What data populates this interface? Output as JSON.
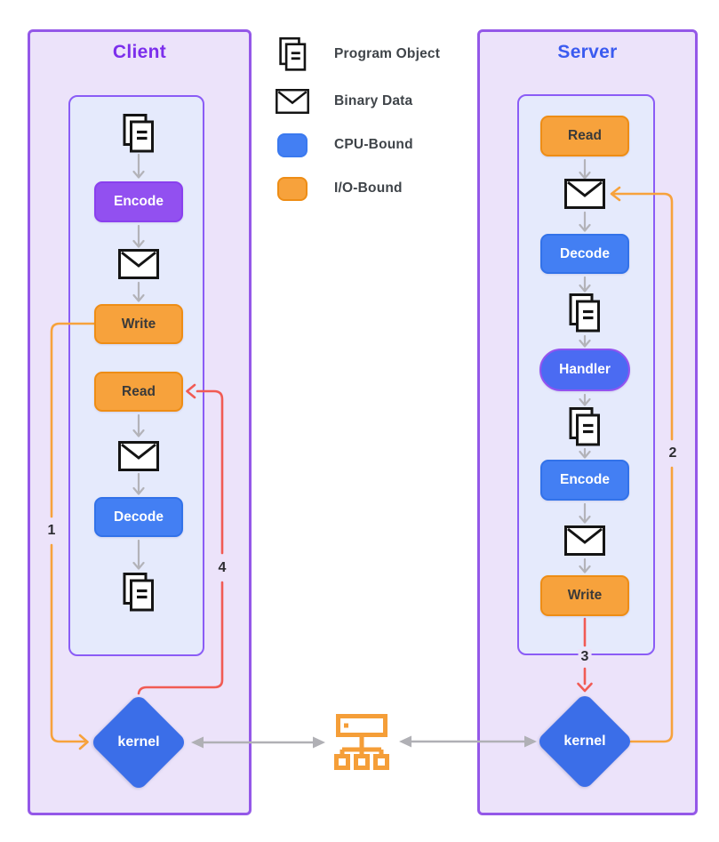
{
  "client": {
    "title": "Client",
    "flow": {
      "encode": "Encode",
      "write": "Write",
      "read": "Read",
      "decode": "Decode"
    },
    "kernel_label": "kernel"
  },
  "server": {
    "title": "Server",
    "flow": {
      "read": "Read",
      "decode": "Decode",
      "handler": "Handler",
      "encode": "Encode",
      "write": "Write"
    },
    "kernel_label": "kernel"
  },
  "legend": {
    "items": [
      {
        "icon": "program-object-icon",
        "label": "Program Object"
      },
      {
        "icon": "binary-data-icon",
        "label": "Binary Data"
      },
      {
        "icon": "cpu-bound-swatch",
        "label": "CPU-Bound"
      },
      {
        "icon": "io-bound-swatch",
        "label": "I/O-Bound"
      }
    ]
  },
  "step_labels": {
    "step1": "1",
    "step2": "2",
    "step3": "3",
    "step4": "4"
  },
  "colors": {
    "client_title": "#7C2FEC",
    "server_title": "#3B5BF0",
    "cpu_bound_fill": "#437FF3",
    "io_bound_fill": "#F7A23C",
    "encode_client_fill": "#9250F0",
    "handler_fill": "#4B6BF2",
    "kernel_fill": "#3B6EE8",
    "panel_fill": "#ECE3FA",
    "panel_border": "#9458E8",
    "inner_panel_fill": "#E5EAFC",
    "inner_panel_border": "#8B5CF6",
    "red_wire": "#F15B54",
    "orange_wire": "#F7A23C",
    "gray_wire": "#B0B0B5"
  }
}
